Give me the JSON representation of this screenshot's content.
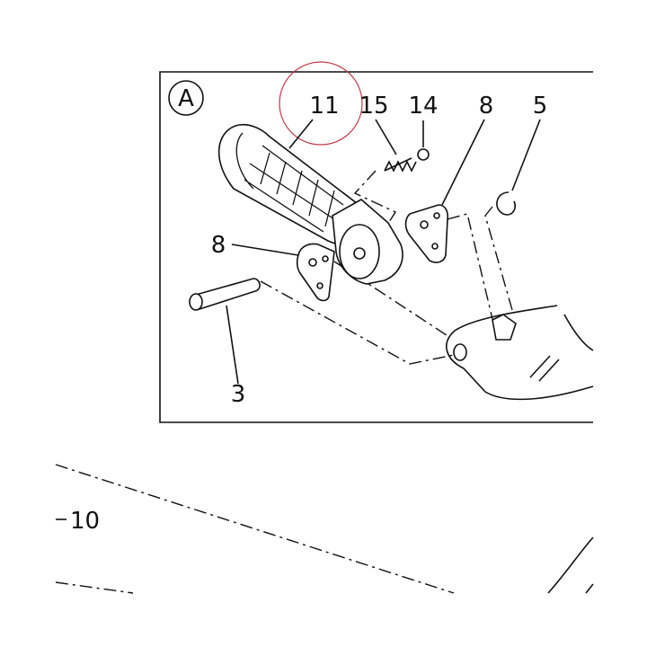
{
  "diagram": {
    "inset_label": "A",
    "callouts": {
      "footpeg": "11",
      "spring": "15",
      "ball": "14",
      "plate_right": "8",
      "clip": "5",
      "plate_left": "8",
      "pin": "3"
    },
    "outer_callout": "10",
    "highlight_color": "#c0394a"
  }
}
